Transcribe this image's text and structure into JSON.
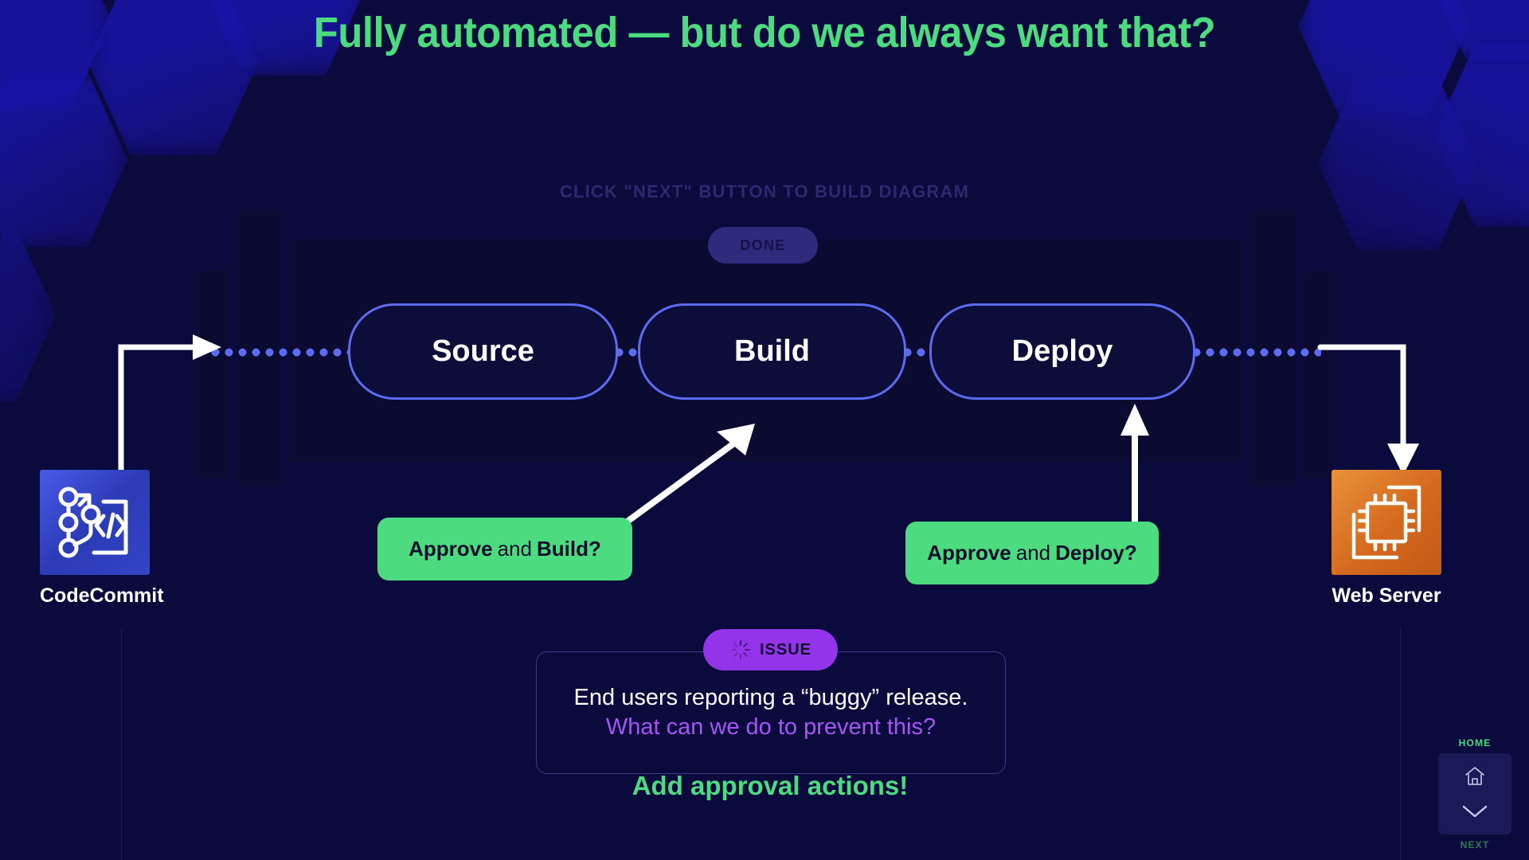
{
  "title": "Fully automated — but do we always want that?",
  "hint": "CLICK \"NEXT\" BUTTON TO BUILD DIAGRAM",
  "done_button": "DONE",
  "colors": {
    "background": "#0a0a3c",
    "panel": "#0b0b32",
    "accent_green": "#4ddb7f",
    "stage_border": "#5c6cf0",
    "issue_purple": "#9333ea",
    "issue_text_purple": "#a855f7",
    "hint_text": "#2d2970",
    "connector_white": "#ffffff",
    "codecommit_tile": "#3344c8",
    "webserver_tile": "#d4691e"
  },
  "pipeline": {
    "stages": [
      {
        "label": "Source"
      },
      {
        "label": "Build"
      },
      {
        "label": "Deploy"
      }
    ]
  },
  "services": [
    {
      "name": "CodeCommit",
      "icon": "codecommit-icon"
    },
    {
      "name": "Web Server",
      "icon": "ec2-chip-icon"
    }
  ],
  "callouts": [
    {
      "bold_1": "Approve",
      "regular": "and",
      "bold_2": "Build?"
    },
    {
      "bold_1": "Approve",
      "regular": "and",
      "bold_2": "Deploy?"
    }
  ],
  "issue": {
    "badge_label": "ISSUE",
    "badge_icon": "spinner-icon",
    "line_1": "End users reporting a “buggy” release.",
    "line_2": "What can we do to prevent this?",
    "cta": "Add approval actions!"
  },
  "nav": {
    "home_label": "HOME",
    "home_icon": "home-icon",
    "next_icon": "chevron-down-icon",
    "next_label": "NEXT"
  }
}
